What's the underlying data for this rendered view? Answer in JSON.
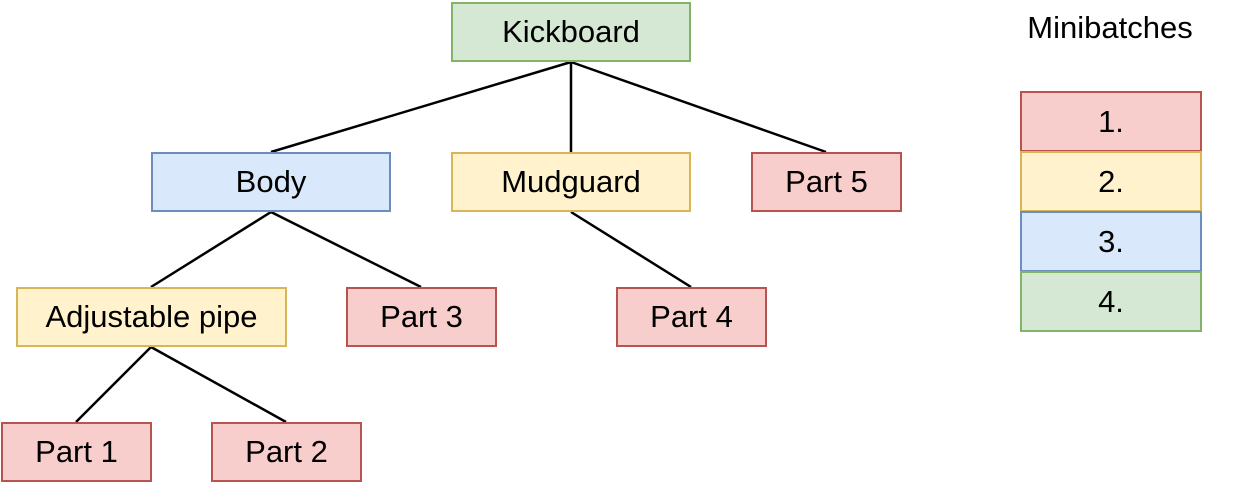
{
  "colors": {
    "red_fill": "#f8cecc",
    "red_stroke": "#b85450",
    "yellow_fill": "#fff2cc",
    "yellow_stroke": "#d6b656",
    "blue_fill": "#dae8fc",
    "blue_stroke": "#6c8ebf",
    "green_fill": "#d5e8d4",
    "green_stroke": "#82b366",
    "edge": "#000000"
  },
  "tree": {
    "kickboard": "Kickboard",
    "body": "Body",
    "mudguard": "Mudguard",
    "part5": "Part 5",
    "adjustable_pipe": "Adjustable pipe",
    "part3": "Part 3",
    "part4": "Part 4",
    "part1": "Part 1",
    "part2": "Part 2"
  },
  "legend": {
    "title": "Minibatches",
    "items": [
      "1.",
      "2.",
      "3.",
      "4."
    ]
  }
}
